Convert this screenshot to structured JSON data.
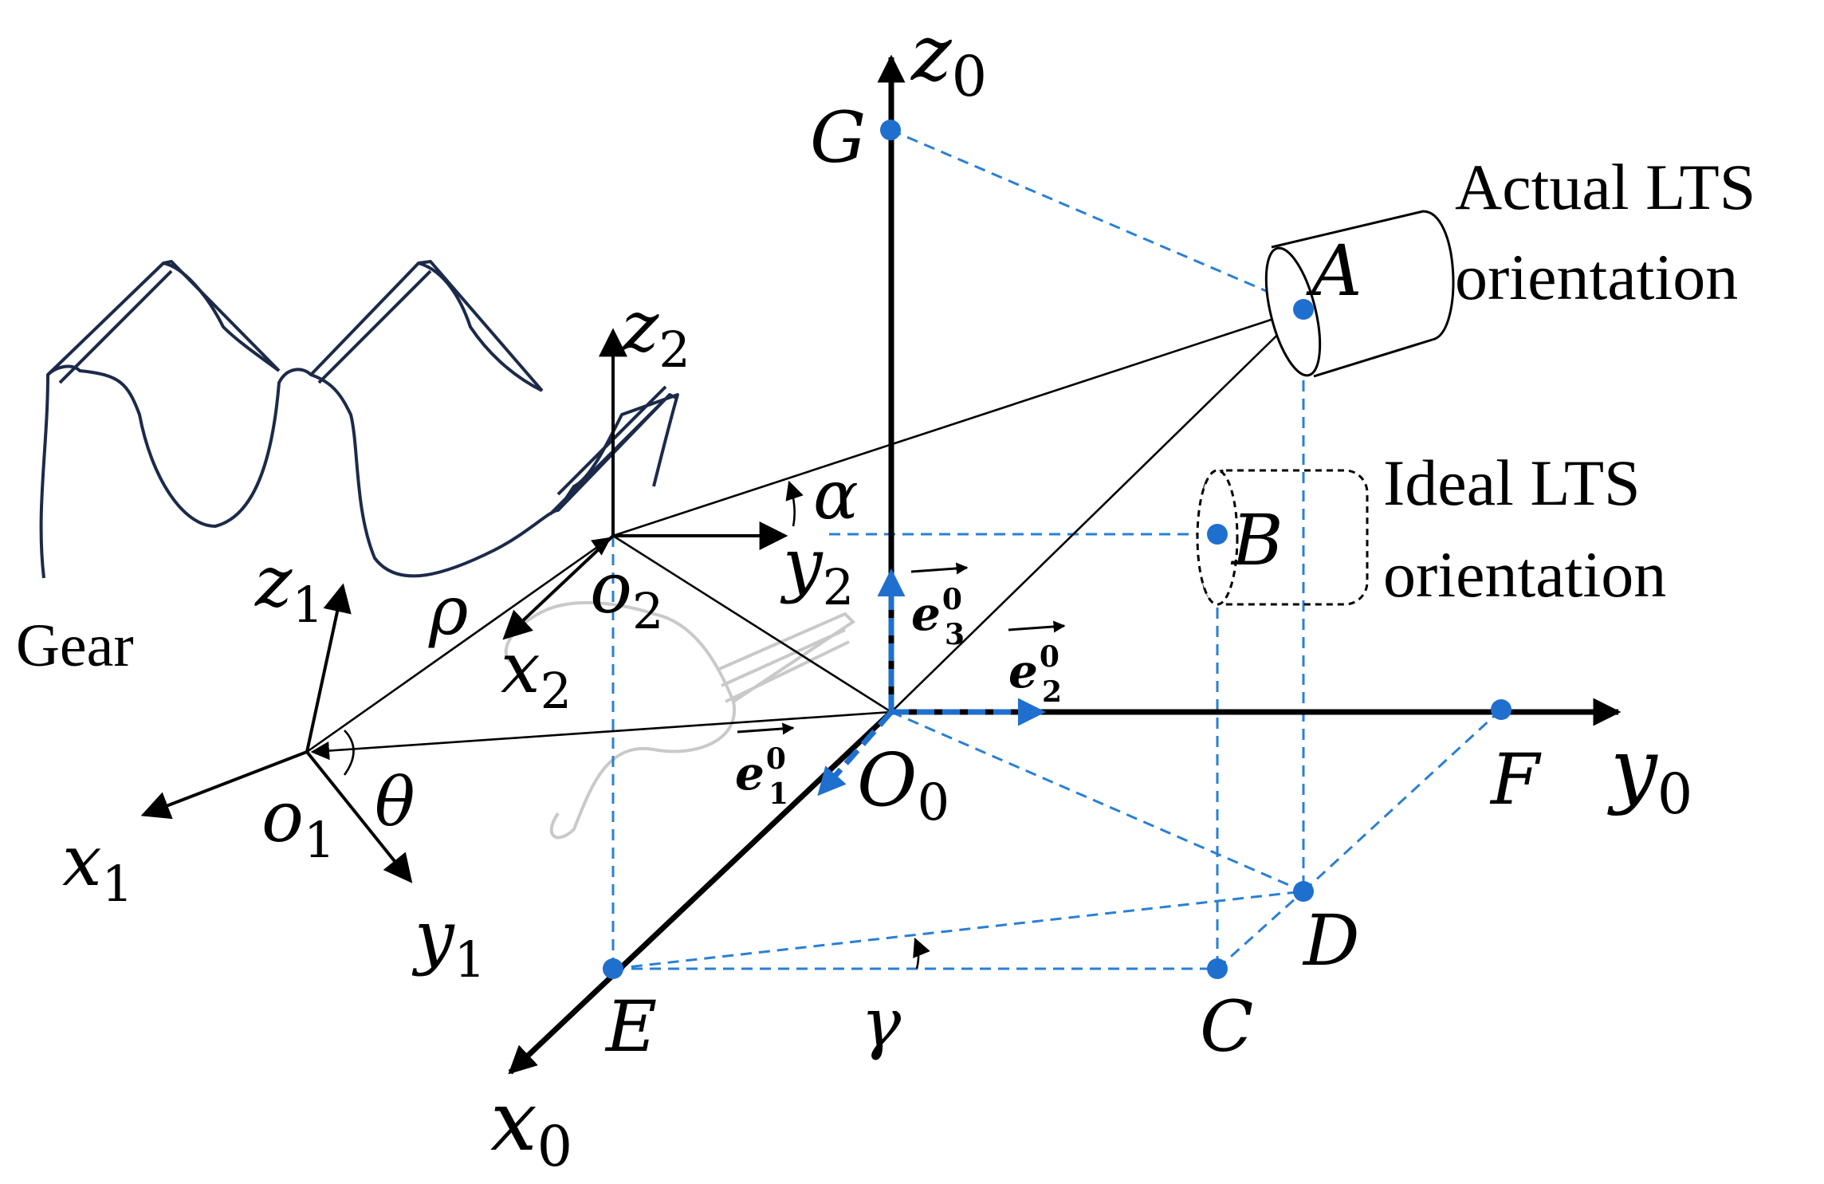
{
  "points": {
    "A": "A",
    "B": "B",
    "C": "C",
    "D": "D",
    "E": "E",
    "F": "F",
    "G": "G"
  },
  "axes": {
    "z0": {
      "base": "z",
      "sub": "0"
    },
    "y0": {
      "base": "y",
      "sub": "0"
    },
    "x0": {
      "base": "x",
      "sub": "0"
    },
    "z1": {
      "base": "z",
      "sub": "1"
    },
    "x1": {
      "base": "x",
      "sub": "1"
    },
    "y1": {
      "base": "y",
      "sub": "1"
    },
    "z2": {
      "base": "z",
      "sub": "2"
    },
    "x2": {
      "base": "x",
      "sub": "2"
    },
    "y2": {
      "base": "y",
      "sub": "2"
    }
  },
  "origins": {
    "O0": {
      "base": "O",
      "sub": "0"
    },
    "o1": {
      "base": "o",
      "sub": "1"
    },
    "o2": {
      "base": "o",
      "sub": "2"
    }
  },
  "unit_vectors": {
    "e1": {
      "base": "e",
      "sup": "0",
      "sub": "1"
    },
    "e2": {
      "base": "e",
      "sup": "0",
      "sub": "2"
    },
    "e3": {
      "base": "e",
      "sup": "0",
      "sub": "3"
    }
  },
  "angles": {
    "alpha": "α",
    "gamma": "γ",
    "theta": "θ",
    "rho": "ρ"
  },
  "labels": {
    "gear": "Gear",
    "actual_line1": "Actual LTS",
    "actual_line2": "orientation",
    "ideal_line1": "Ideal LTS",
    "ideal_line2": "orientation"
  },
  "colors": {
    "construction": "#2a7fd4",
    "unit_vector": "#1f6fcf",
    "gear_outline": "#1c2a4a"
  }
}
